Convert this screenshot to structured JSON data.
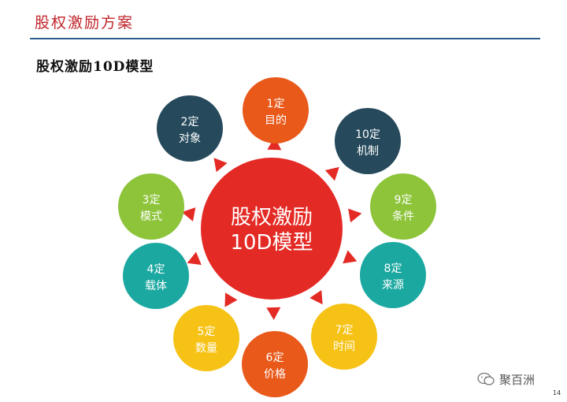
{
  "header": {
    "title": "股权激励方案",
    "subtitle": "股权激励10D模型"
  },
  "center": {
    "line1": "股权激励",
    "line2": "10D模型",
    "color": "#e42a25"
  },
  "nodes": [
    {
      "id": "1",
      "line1": "1定",
      "line2": "目的",
      "color": "#e8591a"
    },
    {
      "id": "10",
      "line1": "10定",
      "line2": "机制",
      "color": "#264a5c"
    },
    {
      "id": "9",
      "line1": "9定",
      "line2": "条件",
      "color": "#8dc43a"
    },
    {
      "id": "8",
      "line1": "8定",
      "line2": "来源",
      "color": "#1ba8a1"
    },
    {
      "id": "7",
      "line1": "7定",
      "line2": "时间",
      "color": "#f6c215"
    },
    {
      "id": "6",
      "line1": "6定",
      "line2": "价格",
      "color": "#e8591a"
    },
    {
      "id": "5",
      "line1": "5定",
      "line2": "数量",
      "color": "#f6c215"
    },
    {
      "id": "4",
      "line1": "4定",
      "line2": "载体",
      "color": "#1ba8a1"
    },
    {
      "id": "3",
      "line1": "3定",
      "line2": "模式",
      "color": "#8dc43a"
    },
    {
      "id": "2",
      "line1": "2定",
      "line2": "对象",
      "color": "#264a5c"
    }
  ],
  "arrow_color": "#e42a25",
  "footer": {
    "brand": "聚百洲",
    "page": "14"
  }
}
